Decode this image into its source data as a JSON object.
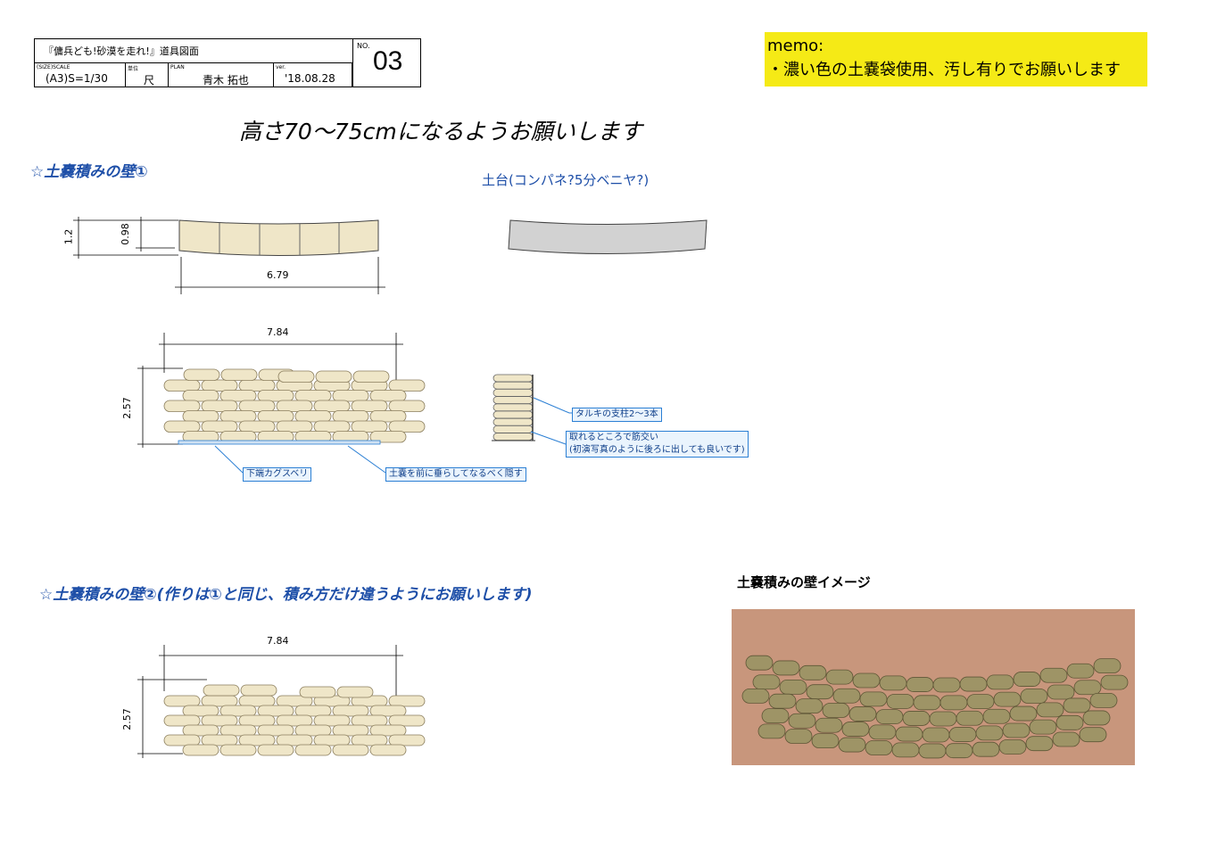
{
  "title_block": {
    "title": "『傭兵ども!砂漠を走れ!』道具図面",
    "no_label": "NO.",
    "no_value": "03",
    "scale_label": "(SIZE)SCALE",
    "scale_value": "(A3)S=1/30",
    "unit_label": "単位",
    "unit_value": "尺",
    "plan_label": "PLAN",
    "plan_value": "青木 拓也",
    "ver_label": "ver.",
    "ver_value": "'18.08.28"
  },
  "memo": {
    "line1": "memo:",
    "line2": "・濃い色の土嚢袋使用、汚し有りでお願いします"
  },
  "heading": "高さ70～75cmになるようお願いします",
  "wall1": {
    "title": "☆土嚢積みの壁①",
    "dim_height_outer": "1.2",
    "dim_height_inner": "0.98",
    "dim_width_top": "6.79",
    "dim_width_front": "7.84",
    "dim_height_front": "2.57",
    "note_left": "下端カグスベリ",
    "note_center": "土嚢を前に垂らしてなるべく隠す"
  },
  "base": {
    "title": "土台(コンパネ?5分ベニヤ?)",
    "note_support": "タルキの支柱2～3本",
    "note_brace_1": "取れるところで筋交い",
    "note_brace_2": "(初演写真のように後ろに出しても良いです)"
  },
  "wall2": {
    "title": "☆土嚢積みの壁②(作りは①と同じ、積み方だけ違うようにお願いします)",
    "dim_width": "7.84",
    "dim_height": "2.57"
  },
  "image_section": {
    "title": "土嚢積みの壁イメージ"
  },
  "colors": {
    "sandbag": "#efe6c8",
    "accent_blue": "#1e4fa8",
    "memo_yellow": "#f5ea16",
    "photo_bg": "#c8967c"
  }
}
